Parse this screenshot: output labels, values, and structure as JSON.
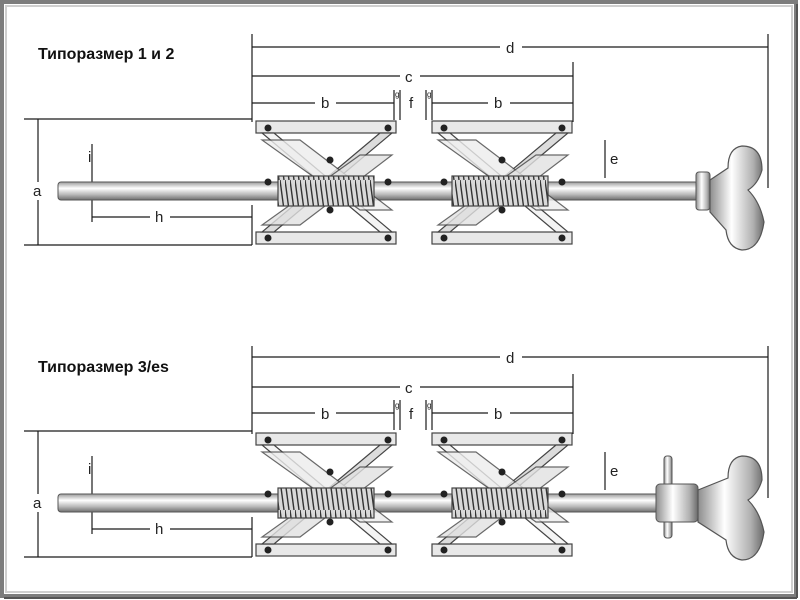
{
  "diagrams": [
    {
      "title": "Типоразмер  1 и 2",
      "labels": {
        "a": "a",
        "b1": "b",
        "b2": "b",
        "c": "c",
        "d": "d",
        "e": "e",
        "f": "f",
        "g": "g",
        "h": "h",
        "i": "i"
      }
    },
    {
      "title": "Типоразмер  3/es",
      "labels": {
        "a": "a",
        "b1": "b",
        "b2": "b",
        "c": "c",
        "d": "d",
        "e": "e",
        "f": "f",
        "g": "g",
        "h": "h",
        "i": "i"
      }
    }
  ],
  "colors": {
    "frame": "#8a8a8a",
    "metal_light": "#f2f2f2",
    "metal_mid": "#c9c9c9",
    "metal_dark": "#7a7a7a",
    "line": "#1a1a1a"
  }
}
